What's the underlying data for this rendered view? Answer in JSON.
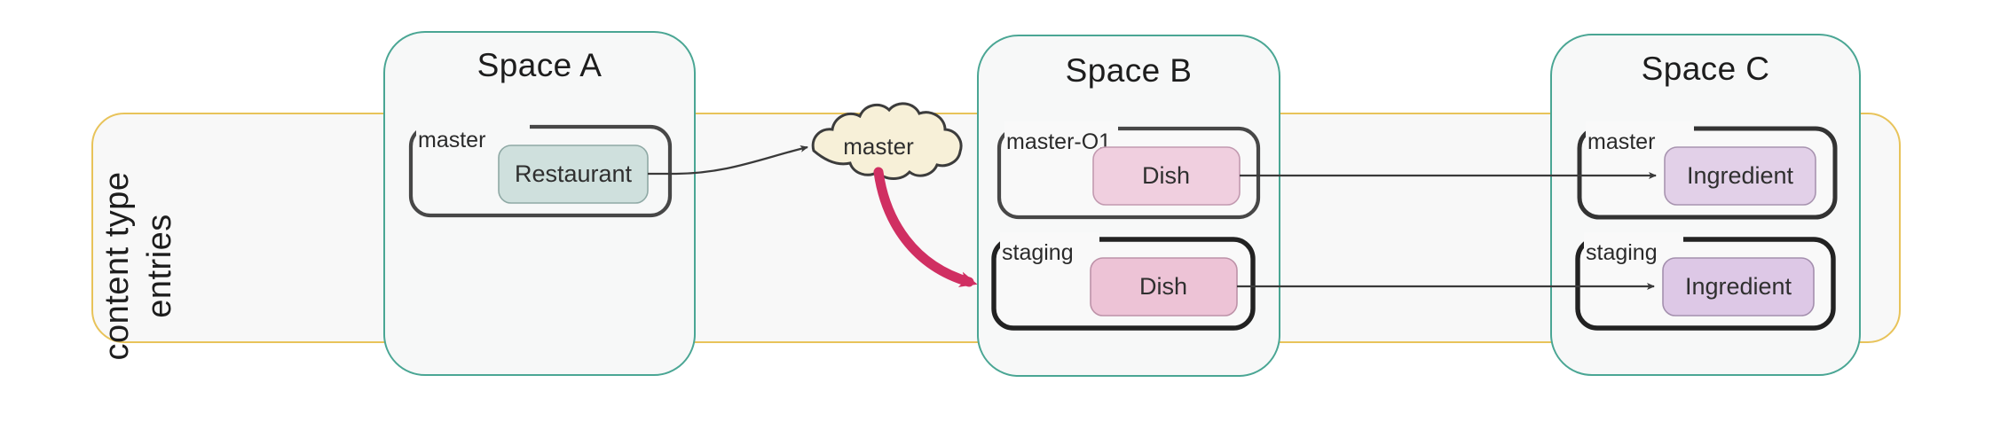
{
  "diagram": {
    "title_band": {
      "label_line_1": "content type",
      "label_line_2": "entries",
      "border_color": "#e8c35a",
      "fill_color": "#f8f8f8"
    },
    "spaces": [
      {
        "id": "space-a",
        "title": "Space A",
        "border_color": "#4aa694",
        "fill_color": "#f7f8f8",
        "environments": [
          {
            "id": "space-a-master",
            "label": "master",
            "emphasis": "normal",
            "content_type": {
              "label": "Restaurant",
              "fill_color": "#cfe0dd",
              "border_color": "#8fa9a5"
            }
          }
        ]
      },
      {
        "id": "space-b",
        "title": "Space B",
        "border_color": "#4aa694",
        "fill_color": "#f7f8f8",
        "environments": [
          {
            "id": "space-b-master-01",
            "label": "master-O1",
            "emphasis": "normal",
            "content_type": {
              "label": "Dish",
              "fill_color": "#f0cfdf",
              "border_color": "#c29ab0"
            }
          },
          {
            "id": "space-b-staging",
            "label": "staging",
            "emphasis": "strong",
            "content_type": {
              "label": "Dish",
              "fill_color": "#edc3d6",
              "border_color": "#bd92a8"
            }
          }
        ]
      },
      {
        "id": "space-c",
        "title": "Space C",
        "border_color": "#4aa694",
        "fill_color": "#f7f8f8",
        "environments": [
          {
            "id": "space-c-master",
            "label": "master",
            "emphasis": "strong",
            "content_type": {
              "label": "Ingredient",
              "fill_color": "#e2d0e8",
              "border_color": "#a894b0"
            }
          },
          {
            "id": "space-c-staging",
            "label": "staging",
            "emphasis": "strong",
            "content_type": {
              "label": "Ingredient",
              "fill_color": "#ddc8e6",
              "border_color": "#a48fae"
            }
          }
        ]
      }
    ],
    "cloud": {
      "id": "cloud-master",
      "label": "master",
      "fill_color": "#f7f0d8",
      "border_color": "#3c3c3c"
    },
    "connectors": [
      {
        "id": "restaurant-to-cloud",
        "from": "Restaurant",
        "to": "master (cloud)",
        "style": "thin-curved-arrow",
        "color": "#3a3a3a"
      },
      {
        "id": "cloud-to-staging-dish",
        "from": "master (cloud)",
        "to": "staging / Dish",
        "style": "thick-curved-arrow",
        "color": "#d02f62"
      },
      {
        "id": "dish-master-to-ingredient-master",
        "from": "master-O1 / Dish",
        "to": "master / Ingredient",
        "style": "straight-arrow",
        "color": "#3a3a3a"
      },
      {
        "id": "dish-staging-to-ingredient-staging",
        "from": "staging / Dish",
        "to": "staging / Ingredient",
        "style": "straight-arrow",
        "color": "#3a3a3a"
      }
    ]
  }
}
